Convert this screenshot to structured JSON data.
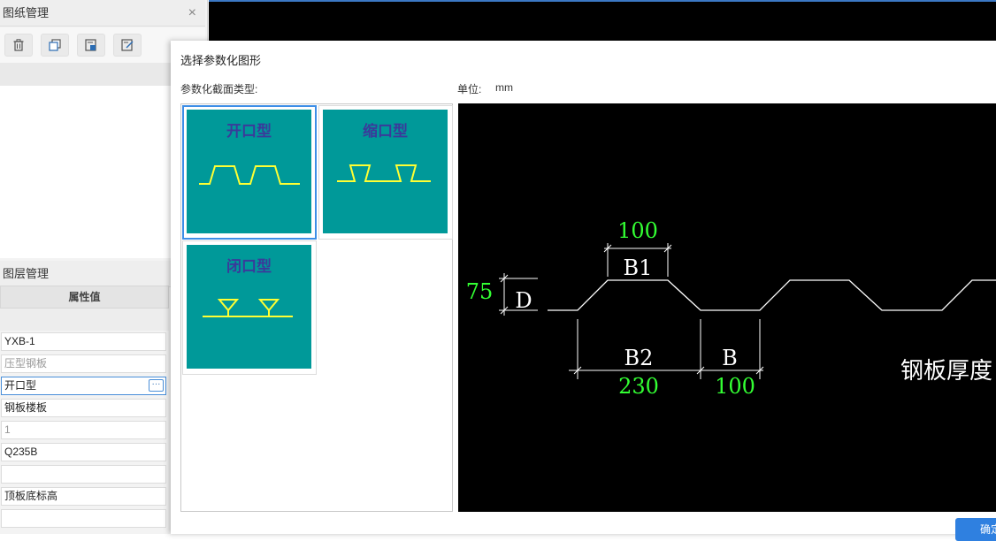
{
  "drawing_panel": {
    "title": "图纸管理",
    "close_icon": "close-icon",
    "tools": [
      "trash-icon",
      "copy-icon",
      "export-icon",
      "import-icon"
    ]
  },
  "layer_panel": {
    "title": "图层管理",
    "column_header": "属性值",
    "fields": [
      {
        "value": "YXB-1",
        "gray": false
      },
      {
        "value": "压型钢板",
        "gray": true
      },
      {
        "value": "开口型",
        "gray": false,
        "active": true
      },
      {
        "value": "钢板楼板",
        "gray": false
      },
      {
        "value": "1",
        "gray": true
      },
      {
        "value": "Q235B",
        "gray": false
      },
      {
        "value": "",
        "gray": false
      },
      {
        "value": "顶板底标高",
        "gray": false
      },
      {
        "value": "",
        "gray": false
      }
    ]
  },
  "dialog": {
    "title": "选择参数化图形",
    "section_type_label": "参数化截面类型:",
    "unit_label": "单位:",
    "unit_value": "mm",
    "tiles": [
      {
        "label": "开口型",
        "selected": true
      },
      {
        "label": "缩口型",
        "selected": false
      },
      {
        "label": "闭口型",
        "selected": false
      }
    ],
    "ok_label": "确定"
  },
  "preview": {
    "dims": {
      "top_width_value": "100",
      "top_width_label": "B1",
      "height_value": "75",
      "height_label": "D",
      "bottom_width_label": "B2",
      "bottom_width_value": "230",
      "spacing_label": "B",
      "spacing_value": "100"
    },
    "thickness_label": "钢板厚度"
  },
  "colors": {
    "tile_bg": "#009999",
    "tile_title": "#3a3a9a",
    "profile_line": "#ffff33",
    "dim_value": "#33ff33",
    "accent": "#2f80e0"
  }
}
